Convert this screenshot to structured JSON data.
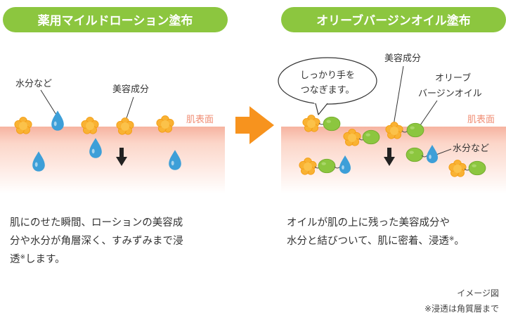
{
  "left": {
    "title": "薬用マイルドローション塗布",
    "label_water": "水分など",
    "label_beauty": "美容成分",
    "label_skin": "肌表面",
    "description_line1": "肌にのせた瞬間、ローションの美容成",
    "description_line2": "分や水分が角層深く、すみずみまで浸",
    "description_line3_a": "透",
    "description_line3_mark": "※",
    "description_line3_b": "します。"
  },
  "right": {
    "title": "オリーブバージンオイル塗布",
    "bubble_line1": "しっかり手を",
    "bubble_line2": "つなぎます。",
    "label_beauty": "美容成分",
    "label_olive_line1": "オリーブ",
    "label_olive_line2": "バージンオイル",
    "label_water": "水分など",
    "label_skin": "肌表面",
    "description_line1": "オイルが肌の上に残った美容成分や",
    "description_line2_a": "水分と結びついて、肌に密着、浸透",
    "description_line2_mark": "※",
    "description_line2_b": "。"
  },
  "notes": {
    "image_note": "イメージ図",
    "footnote": "※浸透は角質層まで"
  },
  "colors": {
    "pill_green": "#8cc63f",
    "skin_top": "#f8b9a5",
    "skin_fade": "#ffffff",
    "arrow_orange": "#f7931e",
    "beauty_orange": "#f9b233",
    "water_blue": "#3d9fd8",
    "oil_green": "#8cc63f"
  }
}
